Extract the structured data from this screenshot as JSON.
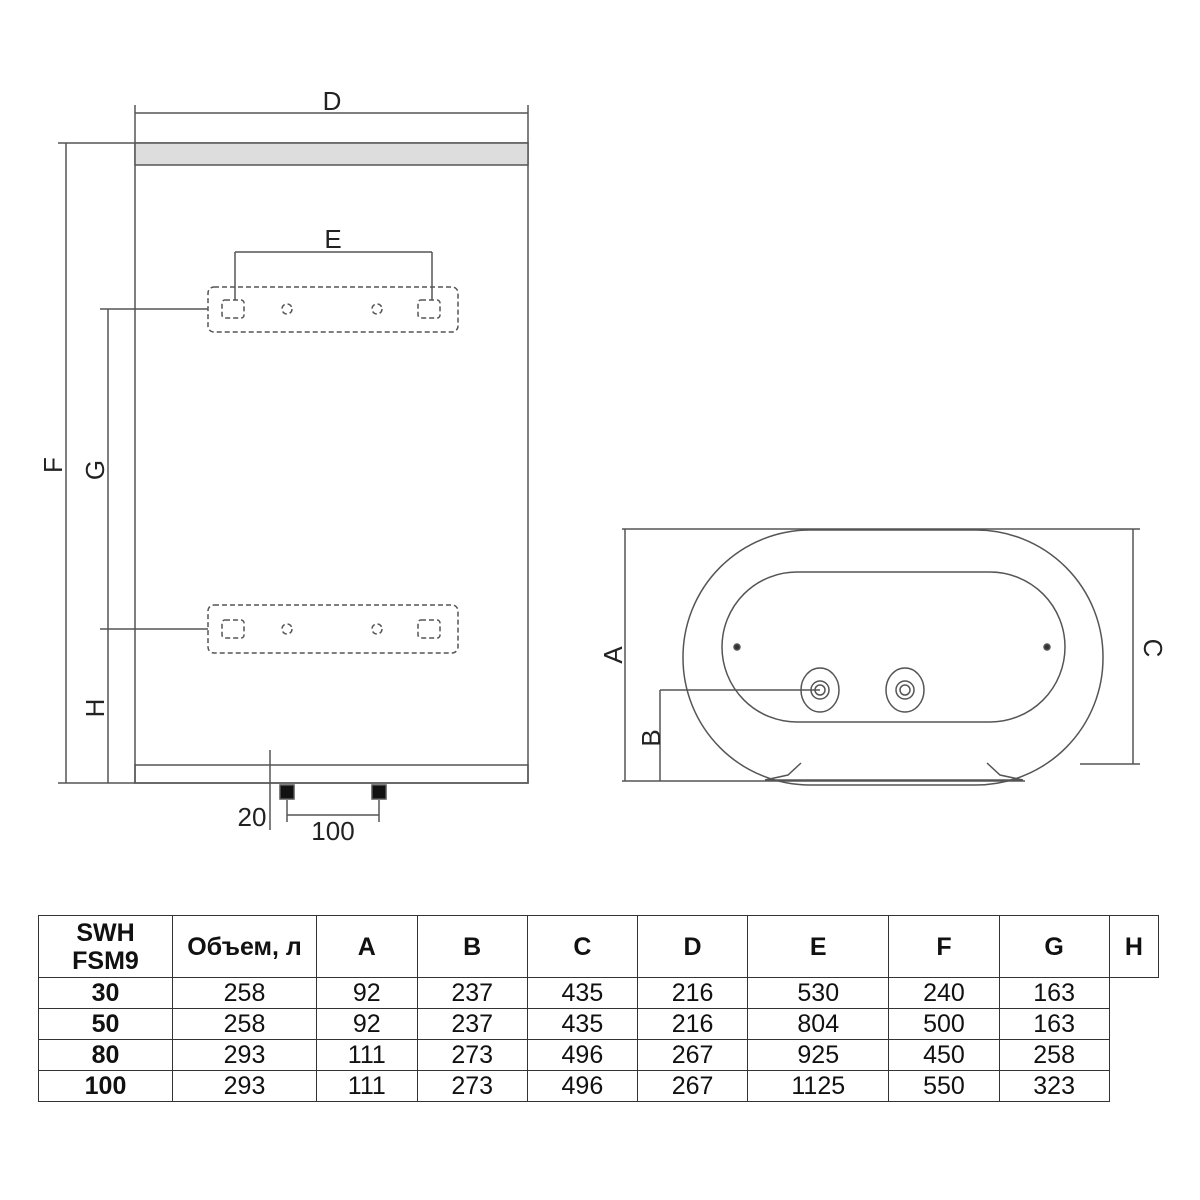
{
  "drawing": {
    "front_view_labels": {
      "D": "D",
      "E": "E",
      "F": "F",
      "G": "G",
      "H": "H",
      "offset": "20",
      "pipe_spacing": "100"
    },
    "side_view_labels": {
      "A": "A",
      "B": "B",
      "C": "C"
    }
  },
  "table": {
    "model_line1": "SWH",
    "model_line2": "FSM9",
    "headers": [
      "Объем, л",
      "A",
      "B",
      "C",
      "D",
      "E",
      "F",
      "G",
      "H"
    ],
    "rows": [
      [
        "30",
        "258",
        "92",
        "237",
        "435",
        "216",
        "530",
        "240",
        "163"
      ],
      [
        "50",
        "258",
        "92",
        "237",
        "435",
        "216",
        "804",
        "500",
        "163"
      ],
      [
        "80",
        "293",
        "111",
        "273",
        "496",
        "267",
        "925",
        "450",
        "258"
      ],
      [
        "100",
        "293",
        "111",
        "273",
        "496",
        "267",
        "1125",
        "550",
        "323"
      ]
    ]
  }
}
